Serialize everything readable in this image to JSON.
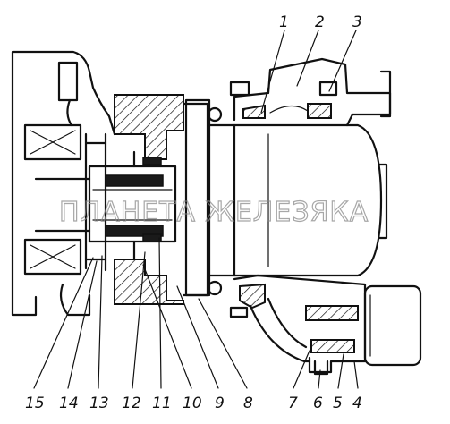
{
  "watermark": "ПЛАНЕТА ЖЕЛЕЗЯКА",
  "callouts_top": [
    "1",
    "2",
    "3"
  ],
  "callouts_bottom": [
    "15",
    "14",
    "13",
    "12",
    "11",
    "10",
    "9",
    "8",
    "7",
    "6",
    "5",
    "4"
  ]
}
